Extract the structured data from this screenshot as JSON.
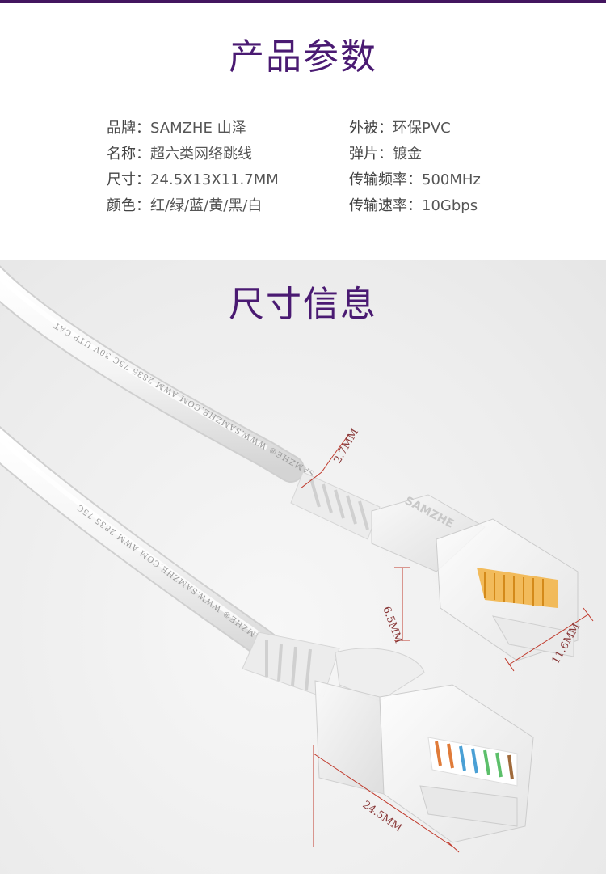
{
  "section1": {
    "title": "产品参数",
    "specs": [
      {
        "label": "品牌：",
        "value": "SAMZHE 山泽"
      },
      {
        "label": "名称：",
        "value": "超六类网络跳线"
      },
      {
        "label": "尺寸：",
        "value": "24.5X13X11.7MM"
      },
      {
        "label": "颜色：",
        "value": "红/绿/蓝/黄/黑/白"
      },
      {
        "label": "外被：",
        "value": "环保PVC"
      },
      {
        "label": "弹片：",
        "value": "镀金"
      },
      {
        "label": "传输频率：",
        "value": "500MHz"
      },
      {
        "label": "传输速率：",
        "value": "10Gbps"
      }
    ]
  },
  "section2": {
    "title": "尺寸信息",
    "dimensions": {
      "cable_diameter": "2.7MM",
      "connector_height": "6.5MM",
      "connector_width": "11.6MM",
      "connector_length": "24.5MM"
    },
    "cable_prints": {
      "upper": "SAMZHE® WWW.SAMZHE.COM AWM 2835 75C 30V UTP CAT",
      "lower": "SAMZHE® WWW.SAMZHE.COM AWM 2835 75C",
      "connector_brand": "SAMZHE"
    }
  },
  "colors": {
    "title": "#4a1a72",
    "topbar": "#43155f",
    "dimension_line": "#c0392b"
  }
}
